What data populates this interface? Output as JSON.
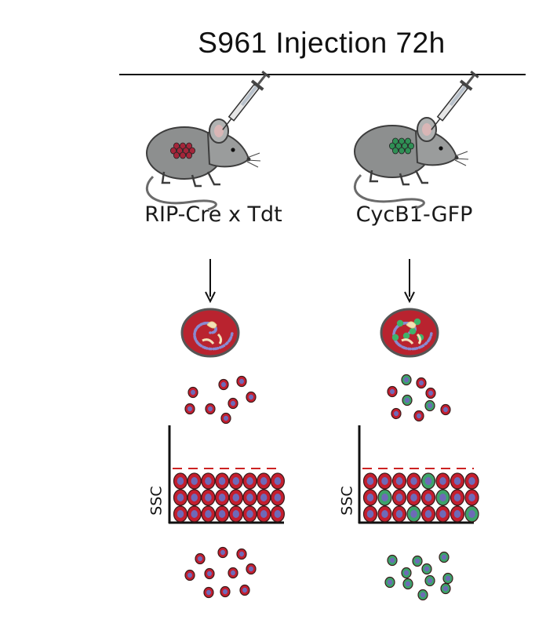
{
  "title": "S961 Injection 72h",
  "panels": [
    {
      "id": "left",
      "label": "RIP-Cre x Tdt",
      "axis_label": "SSC",
      "gfp": false
    },
    {
      "id": "right",
      "label": "CycB1-GFP",
      "axis_label": "SSC",
      "gfp": true
    }
  ],
  "colors": {
    "red_cell": "#c41e2e",
    "blue_nucleus": "#6e6ab8",
    "green_cell": "#3da36a",
    "mouse_gray": "#8d8f8f",
    "gate_dash": "#cc2222"
  }
}
